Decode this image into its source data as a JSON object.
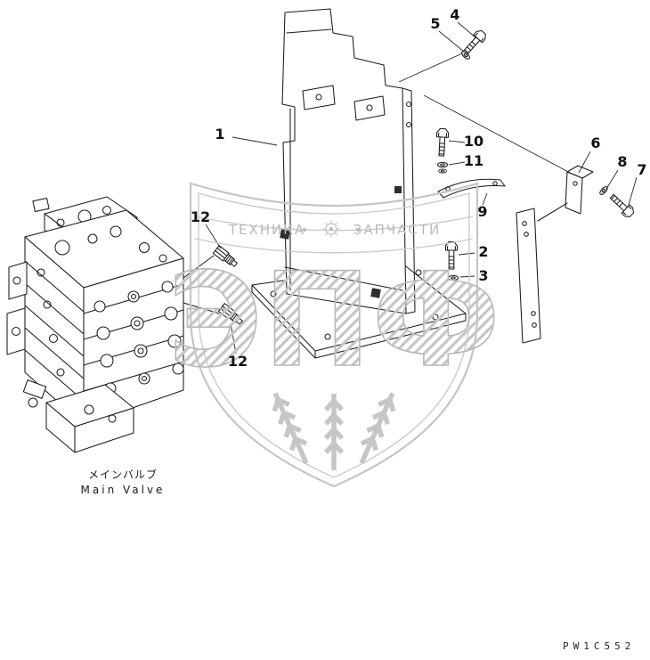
{
  "figure": {
    "callouts": [
      {
        "label": "1"
      },
      {
        "label": "2"
      },
      {
        "label": "3"
      },
      {
        "label": "4"
      },
      {
        "label": "5"
      },
      {
        "label": "6"
      },
      {
        "label": "7"
      },
      {
        "label": "8"
      },
      {
        "label": "9"
      },
      {
        "label": "10"
      },
      {
        "label": "11"
      },
      {
        "label": "12"
      },
      {
        "label": "12"
      }
    ],
    "caption_jp": "メインバルブ",
    "caption_en": "Main Valve",
    "drawing_code": "PW1C552"
  },
  "watermark": {
    "brand": "ЭПФ",
    "tagline_left": "ТЕХНИКА",
    "tagline_right": "ЗАПЧАСТИ",
    "color": "#bdbdbd"
  }
}
